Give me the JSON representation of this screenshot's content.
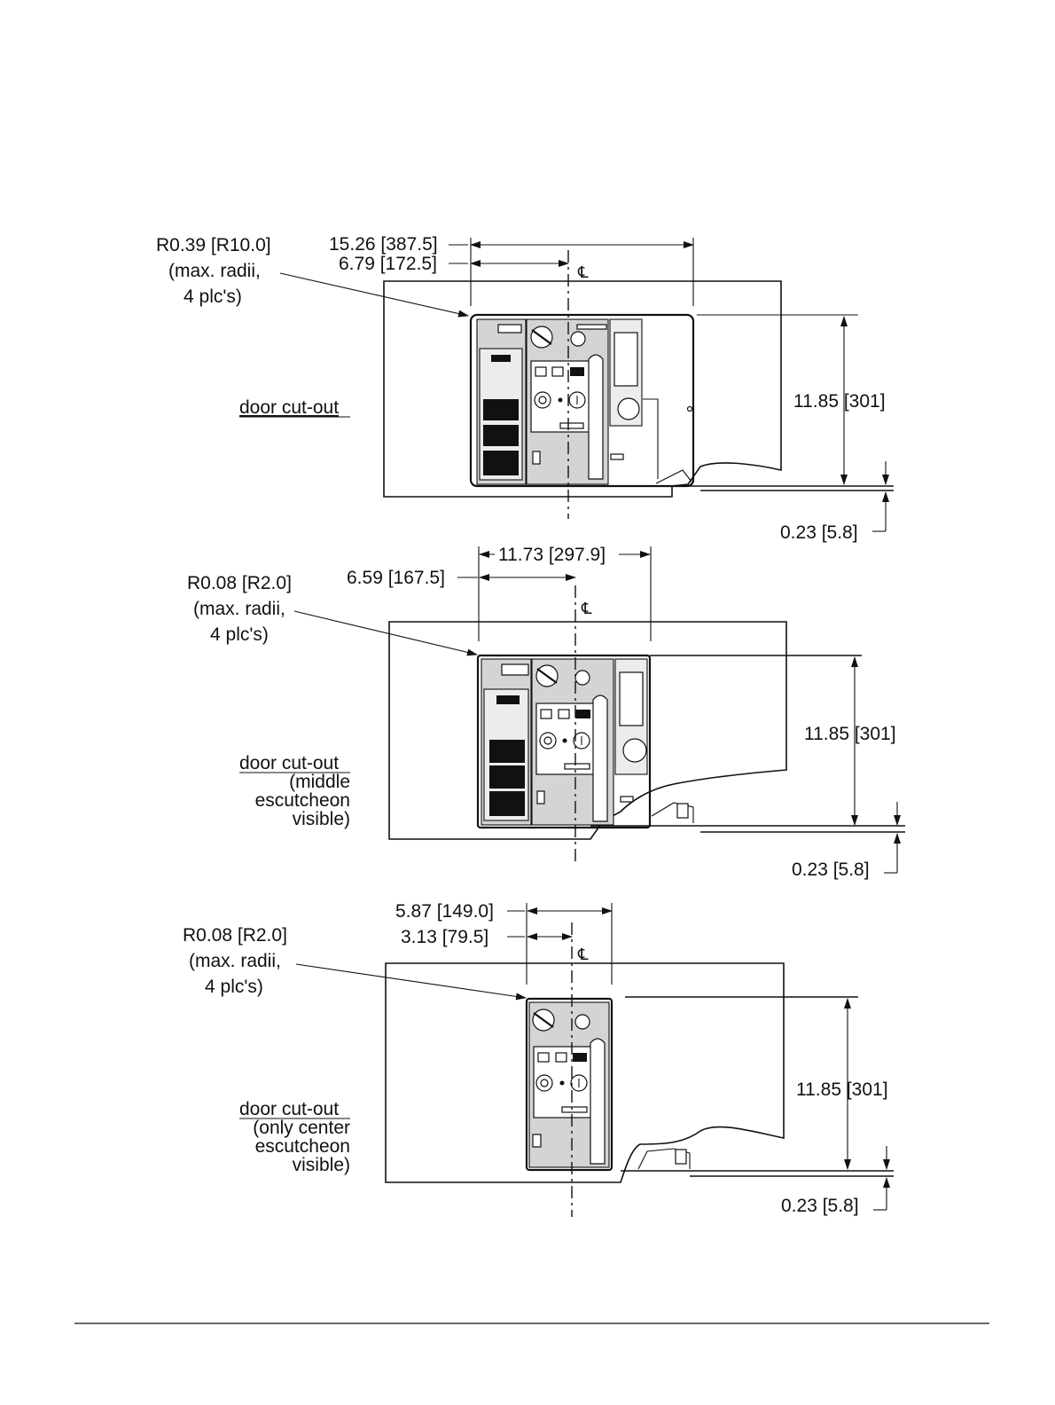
{
  "figures": [
    {
      "radius_label": [
        "R0.39 [R10.0]",
        "(max. radii,",
        "4 plc's)"
      ],
      "dim_overall": "15.26 [387.5]",
      "dim_to_centerline": "6.79 [172.5]",
      "centerline_symbol": "℄",
      "cutout_label": [
        "door cut-out"
      ],
      "height_label": "11.85 [301]",
      "offset_label": "0.23 [5.8]"
    },
    {
      "radius_label": [
        "R0.08 [R2.0]",
        "(max. radii,",
        "4 plc's)"
      ],
      "dim_overall": "11.73 [297.9]",
      "dim_to_centerline": "6.59 [167.5]",
      "centerline_symbol": "℄",
      "cutout_label": [
        "door cut-out",
        "(middle",
        "escutcheon",
        "visible)"
      ],
      "height_label": "11.85 [301]",
      "offset_label": "0.23 [5.8]"
    },
    {
      "radius_label": [
        "R0.08 [R2.0]",
        "(max. radii,",
        "4 plc's)"
      ],
      "dim_overall": "5.87 [149.0]",
      "dim_to_centerline": "3.13 [79.5]",
      "centerline_symbol": "℄",
      "cutout_label": [
        "door cut-out",
        "(only center",
        "escutcheon",
        "visible)"
      ],
      "height_label": "11.85 [301]",
      "offset_label": "0.23 [5.8]"
    }
  ]
}
